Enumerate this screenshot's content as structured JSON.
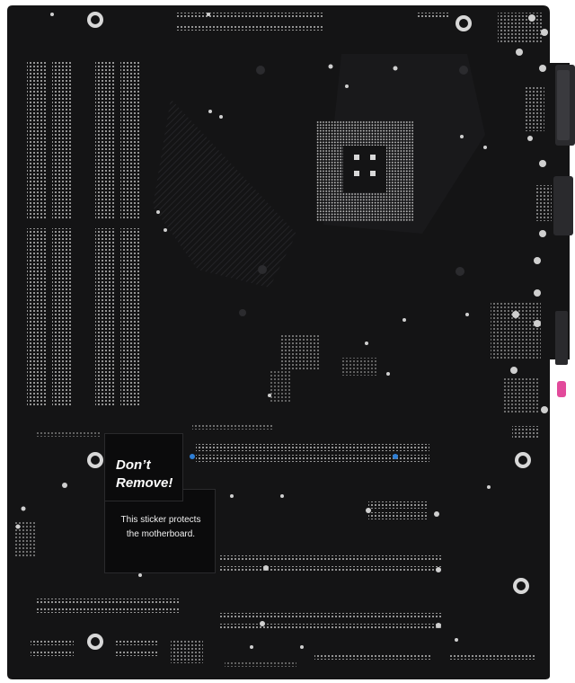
{
  "photo": {
    "subject": "motherboard-back",
    "colors": {
      "pcb": "#141415",
      "pcb_shade": "#1b1b1d",
      "solder": "#c9c9c9",
      "hole_ring": "#d8d8d8",
      "accent_blue": "#2f7fd6",
      "accent_pink": "#e24a9b",
      "sticker": "#0b0b0c"
    }
  },
  "sticker": {
    "heading_line1": "Don’t",
    "heading_line2": "Remove!",
    "body_line1": "This sticker protects",
    "body_line2": "the motherboard."
  }
}
